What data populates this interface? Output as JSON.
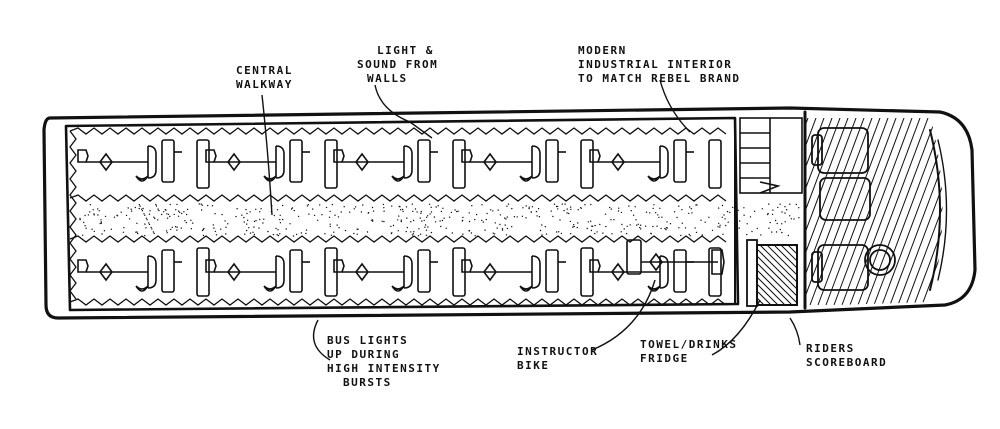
{
  "labels": {
    "central_walkway": [
      "CENTRAL",
      "WALKWAY"
    ],
    "light_sound": [
      "LIGHT &",
      "SOUND FROM",
      "WALLS"
    ],
    "modern_interior": [
      "MODERN",
      "INDUSTRIAL INTERIOR",
      "TO MATCH REBEL BRAND"
    ],
    "bus_lights": [
      "BUS LIGHTS",
      "UP DURING",
      "HIGH INTENSITY",
      "BURSTS"
    ],
    "instructor_bike": [
      "INSTRUCTOR",
      "BIKE"
    ],
    "towel_fridge": [
      "TOWEL/DRINKS",
      "FRIDGE"
    ],
    "riders_scoreboard": [
      "RIDERS",
      "SCOREBOARD"
    ]
  },
  "colors": {
    "ink": "#111111",
    "paper": "#ffffff"
  },
  "rider_bikes": {
    "top_row": 10,
    "bottom_row": 10
  },
  "instructor_bikes": 1
}
